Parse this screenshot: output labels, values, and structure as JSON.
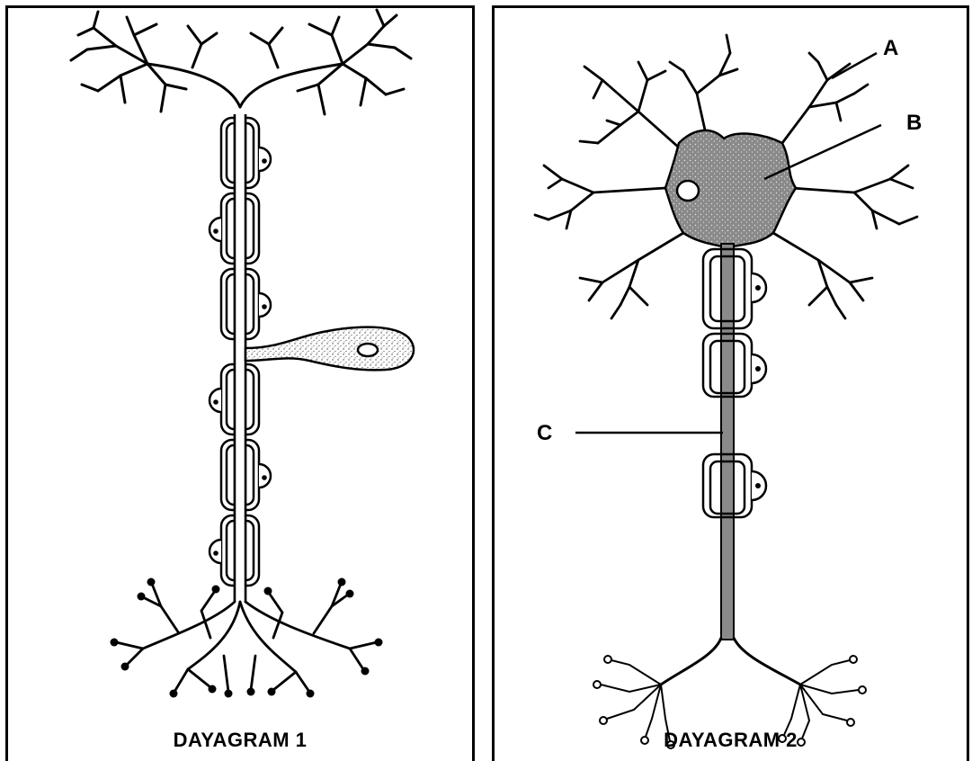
{
  "diagram1": {
    "caption": "DAYAGRAM 1"
  },
  "diagram2": {
    "caption": "DAYAGRAM 2",
    "labels": {
      "a": "A",
      "b": "B",
      "c": "C"
    }
  }
}
